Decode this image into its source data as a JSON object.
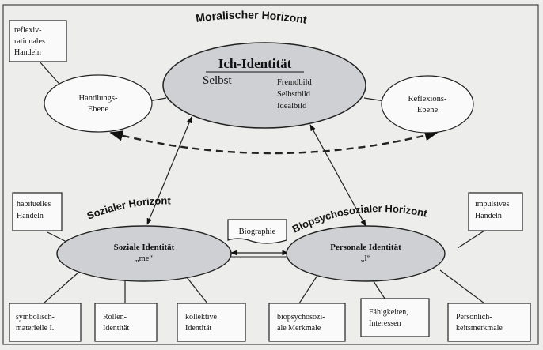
{
  "title": "Moralischer Horizont",
  "arcs": {
    "sozial": "Sozialer Horizont",
    "biopsycho": "Biopsychosozialer Horizont"
  },
  "center": {
    "title": "Ich-Identität",
    "selbst": "Selbst",
    "items": [
      "Fremdbild",
      "Selbstbild",
      "Idealbild"
    ]
  },
  "handlung": [
    "Handlungs-",
    "Ebene"
  ],
  "reflexion": [
    "Reflexions-",
    "Ebene"
  ],
  "soziale": {
    "title": "Soziale Identität",
    "sub": "„me“"
  },
  "personale": {
    "title": "Personale Identität",
    "sub": "„I“"
  },
  "biographie": "Biographie",
  "boxes": {
    "reflexiv": [
      "reflexiv-",
      "rationales",
      "Handeln"
    ],
    "habituell": [
      "habituelles",
      "Handeln"
    ],
    "impulsiv": [
      "impulsives",
      "Handeln"
    ],
    "symbolisch": [
      "symbolisch-",
      "materielle I."
    ],
    "rollen": [
      "Rollen-",
      "Identität"
    ],
    "kollektiv": [
      "kollektive",
      "Identität"
    ],
    "biopsycho": [
      "biopsychosozi-",
      "ale Merkmale"
    ],
    "faehig": [
      "Fähigkeiten,",
      "Interessen"
    ],
    "persoenlich": [
      "Persönlich-",
      "keitsmerkmale"
    ]
  }
}
